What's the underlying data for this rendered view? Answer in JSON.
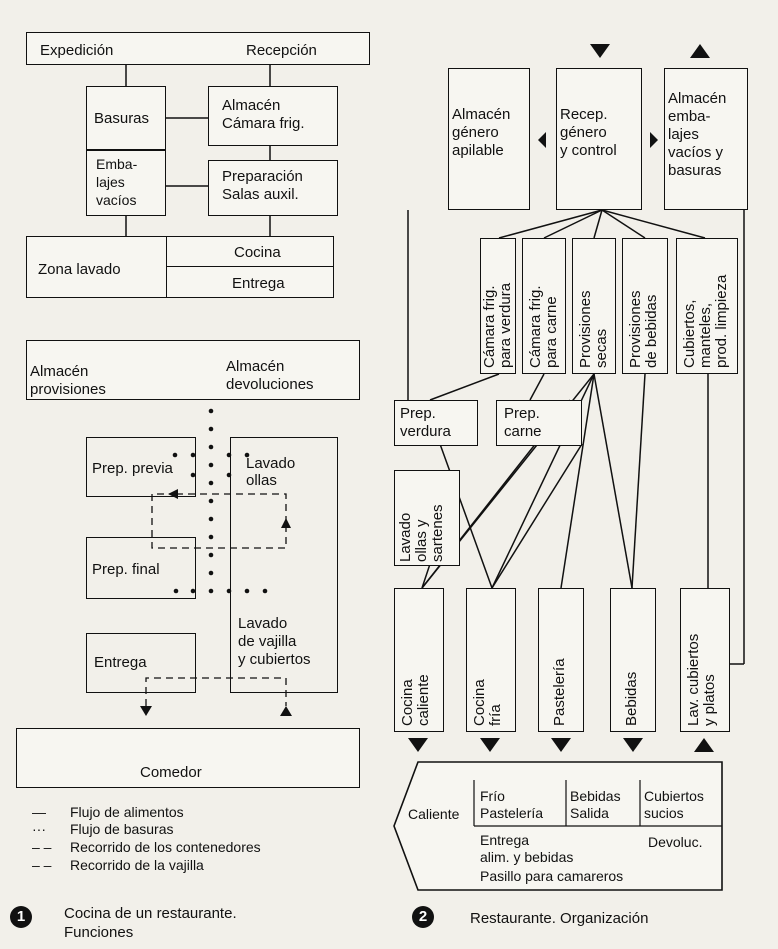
{
  "left": {
    "expedicion": "Expedición",
    "recepcion": "Recepción",
    "basuras": "Basuras",
    "almacen_camara": "Almacén\nCámara frig.",
    "embalajes": "Emba-\nlajes\nvacíos",
    "preparacion": "Preparación\nSalas auxil.",
    "zona_lavado": "Zona lavado",
    "cocina": "Cocina",
    "entrega": "Entrega",
    "almacen_provisiones": "Almacén\nprovisiones",
    "almacen_devoluciones": "Almacén\ndevoluciones",
    "prep_previa": "Prep. previa",
    "lavado_ollas": "Lavado\nollas",
    "prep_final": "Prep. final",
    "lavado_vajilla": "Lavado\nde vajilla\ny cubiertos",
    "entrega2": "Entrega",
    "comedor": "Comedor"
  },
  "legend": [
    {
      "symbol": "—",
      "text": "Flujo de alimentos"
    },
    {
      "symbol": "···",
      "text": "Flujo de basuras"
    },
    {
      "symbol": "– –",
      "text": "Recorrido de los contenedores"
    },
    {
      "symbol": "– –",
      "text": "Recorrido de la vajilla"
    }
  ],
  "captions": {
    "num1": "1",
    "cap1": "Cocina de un restaurante.\nFunciones",
    "num2": "2",
    "cap2": "Restaurante. Organización"
  },
  "right": {
    "almacen_apilable": "Almacén\ngénero\napilable",
    "recep_genero": "Recep.\ngénero\ny control",
    "almacen_embalajes": "Almacén\nemba-\nlajes\nvacíos y\nbasuras",
    "camara_verdura": "Cámara frig.\npara verdura",
    "camara_carne": "Cámara frig.\npara carne",
    "provisiones_secas": "Provisiones\nsecas",
    "provisiones_bebidas": "Provisiones\nde bebidas",
    "cubiertos": "Cubiertos,\nmanteles,\nprod. limpieza",
    "prep_verdura": "Prep.\nverdura",
    "prep_carne": "Prep.\ncarne",
    "lavado_ollas_sartenes": "Lavado\nollas y\nsartenes",
    "cocina_caliente": "Cocina\ncaliente",
    "cocina_fria": "Cocina\nfría",
    "pasteleria": "Pastelería",
    "bebidas": "Bebidas",
    "lav_cubiertos": "Lav. cubiertos\ny platos",
    "bottom": {
      "caliente": "Caliente",
      "frio_pasteleria": "Frío\nPastelería",
      "bebidas_salida": "Bebidas\nSalida",
      "cubiertos_sucios": "Cubiertos\nsucios",
      "entrega": "Entrega\nalim. y bebidas",
      "devoluc": "Devoluc.",
      "pasillo": "Pasillo para camareros"
    }
  }
}
